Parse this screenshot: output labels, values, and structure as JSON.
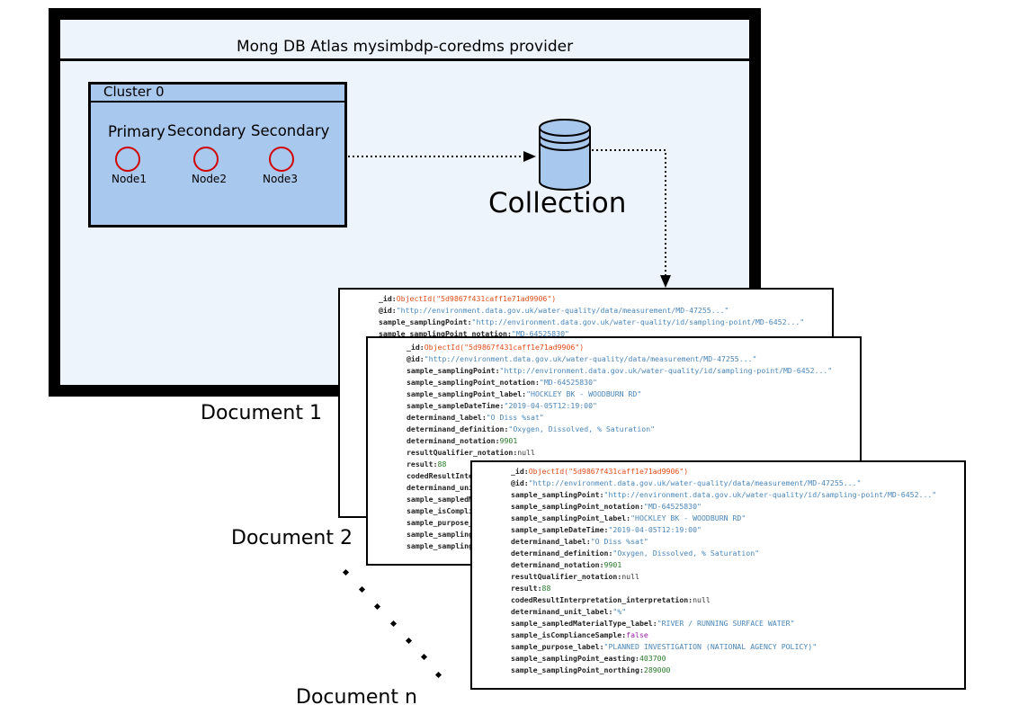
{
  "provider": {
    "title": "Mong DB Atlas mysimbdp-coredms provider"
  },
  "cluster": {
    "title": "Cluster 0",
    "nodes": [
      {
        "role": "Primary",
        "name": "Node1"
      },
      {
        "role": "Secondary",
        "name": "Node2"
      },
      {
        "role": "Secondary",
        "name": "Node3"
      }
    ]
  },
  "collection": {
    "label": "Collection",
    "icon": "database-cylinder-icon"
  },
  "captions": {
    "doc1": "Document 1",
    "doc2": "Document 2",
    "docn": "Document n"
  },
  "document": {
    "fields": [
      {
        "key": "_id",
        "value": "ObjectId(\"5d9867f431caff1e71ad9906\")",
        "type": "oid"
      },
      {
        "key": "@id",
        "value": "\"http://environment.data.gov.uk/water-quality/data/measurement/MD-47255...\"",
        "type": "str"
      },
      {
        "key": "sample_samplingPoint",
        "value": "\"http://environment.data.gov.uk/water-quality/id/sampling-point/MD-6452...\"",
        "type": "str"
      },
      {
        "key": "sample_samplingPoint_notation",
        "value": "\"MD-64525830\"",
        "type": "str"
      },
      {
        "key": "sample_samplingPoint_label",
        "value": "\"HOCKLEY BK - WOODBURN RD\"",
        "type": "str"
      },
      {
        "key": "sample_sampleDateTime",
        "value": "\"2019-04-05T12:19:00\"",
        "type": "str"
      },
      {
        "key": "determinand_label",
        "value": "\"O Diss %sat\"",
        "type": "str"
      },
      {
        "key": "determinand_definition",
        "value": "\"Oxygen, Dissolved, % Saturation\"",
        "type": "str"
      },
      {
        "key": "determinand_notation",
        "value": "9901",
        "type": "num"
      },
      {
        "key": "resultQualifier_notation",
        "value": "null",
        "type": "null"
      },
      {
        "key": "result",
        "value": "88",
        "type": "num"
      },
      {
        "key": "codedResultInterpretation_interpretation",
        "value": "null",
        "type": "null"
      },
      {
        "key": "determinand_unit_label",
        "value": "\"%\"",
        "type": "str"
      },
      {
        "key": "sample_sampledMaterialType_label",
        "value": "\"RIVER / RUNNING SURFACE WATER\"",
        "type": "str"
      },
      {
        "key": "sample_isComplianceSample",
        "value": "false",
        "type": "bool"
      },
      {
        "key": "sample_purpose_label",
        "value": "\"PLANNED INVESTIGATION (NATIONAL AGENCY POLICY)\"",
        "type": "str"
      },
      {
        "key": "sample_samplingPoint_easting",
        "value": "403700",
        "type": "num"
      },
      {
        "key": "sample_samplingPoint_northing",
        "value": "289000",
        "type": "num"
      }
    ]
  }
}
